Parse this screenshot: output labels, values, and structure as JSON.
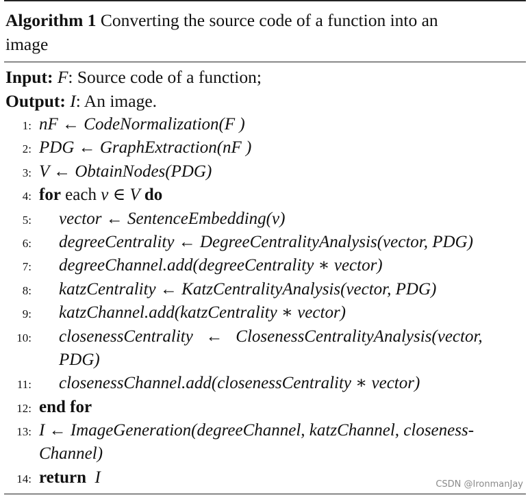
{
  "algorithm": {
    "label": "Algorithm 1",
    "title_line1": "Converting the source code of a function into an",
    "title_line2": "image",
    "input_label": "Input:",
    "input_var": "F",
    "input_desc": ": Source code of a function;",
    "output_label": "Output:",
    "output_var": "I",
    "output_desc": ": An image.",
    "lines": [
      {
        "num": "1:",
        "text": "nF ← CodeNormalization(F )"
      },
      {
        "num": "2:",
        "text": "PDG ← GraphExtraction(nF )"
      },
      {
        "num": "3:",
        "text": "V ← ObtainNodes(PDG)"
      },
      {
        "num": "4:",
        "kw1": "for",
        "mid": " each ",
        "var1": "v",
        "op": " ∈ ",
        "var2": "V",
        "kw2": " do"
      },
      {
        "num": "5:",
        "text": "vector ← SentenceEmbedding(v)"
      },
      {
        "num": "6:",
        "text": "degreeCentrality ← DegreeCentralityAnalysis(vector, PDG)"
      },
      {
        "num": "7:",
        "text": "degreeChannel.add(degreeCentrality ∗ vector)"
      },
      {
        "num": "8:",
        "text": "katzCentrality ← KatzCentralityAnalysis(vector, PDG)"
      },
      {
        "num": "9:",
        "text": "katzChannel.add(katzCentrality ∗ vector)"
      },
      {
        "num": "10:",
        "text": "closenessCentrality   ←   ClosenessCentralityAnalysis(vector,",
        "cont": "PDG)"
      },
      {
        "num": "11:",
        "text": "closenessChannel.add(closenessCentrality ∗ vector)"
      },
      {
        "num": "12:",
        "kw1": "end for"
      },
      {
        "num": "13:",
        "text": "I ← ImageGeneration(degreeChannel, katzChannel, closeness-",
        "cont": "Channel)"
      },
      {
        "num": "14:",
        "kw1": "return",
        "var1": "I"
      }
    ]
  },
  "watermark": "CSDN @IronmanJay"
}
